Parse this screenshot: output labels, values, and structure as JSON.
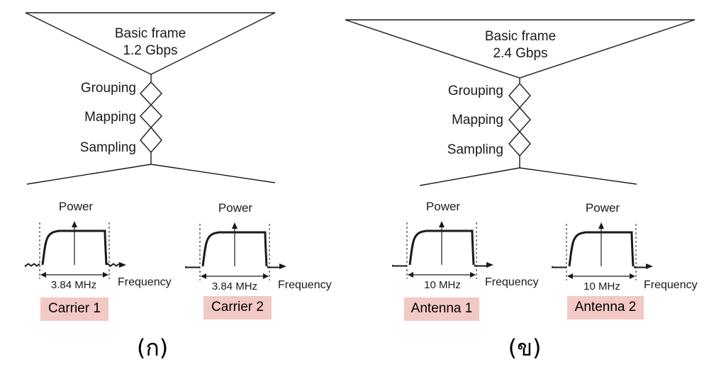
{
  "left": {
    "frame_title": "Basic frame",
    "frame_rate": "1.2 Gbps",
    "stages": [
      "Grouping",
      "Mapping",
      "Sampling"
    ],
    "spectra": [
      {
        "power_label": "Power",
        "bandwidth": "3.84 MHz",
        "freq_label": "Frequency",
        "tag": "Carrier 1"
      },
      {
        "power_label": "Power",
        "bandwidth": "3.84 MHz",
        "freq_label": "Frequency",
        "tag": "Carrier 2"
      }
    ],
    "caption": "(ก)"
  },
  "right": {
    "frame_title": "Basic frame",
    "frame_rate": "2.4 Gbps",
    "stages": [
      "Grouping",
      "Mapping",
      "Sampling"
    ],
    "spectra": [
      {
        "power_label": "Power",
        "bandwidth": "10 MHz",
        "freq_label": "Frequency",
        "tag": "Antenna 1"
      },
      {
        "power_label": "Power",
        "bandwidth": "10 MHz",
        "freq_label": "Frequency",
        "tag": "Antenna 2"
      }
    ],
    "caption": "(ข)"
  },
  "colors": {
    "tag_fill": "#f2c9c4",
    "line": "#1a1a1a"
  }
}
